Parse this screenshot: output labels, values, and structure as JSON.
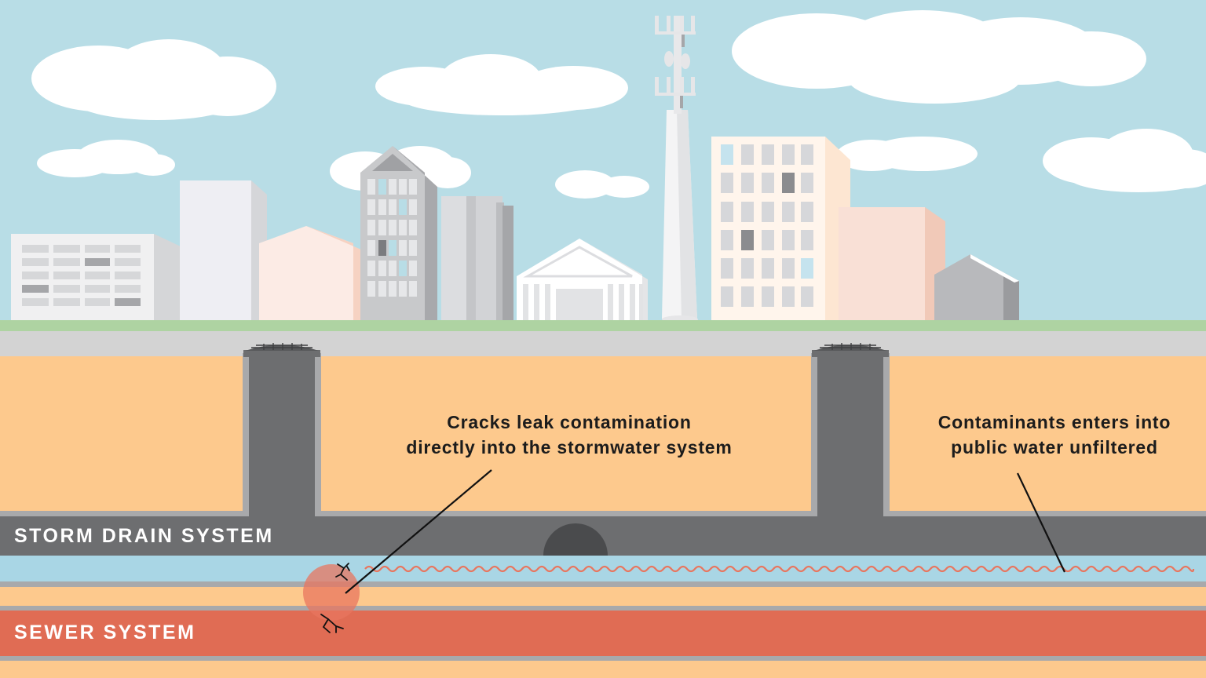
{
  "labels": {
    "storm_drain": "STORM DRAIN SYSTEM",
    "sewer": "SEWER SYSTEM"
  },
  "annotations": {
    "cracks": {
      "line1": "Cracks leak contamination",
      "line2": "directly into the stormwater system"
    },
    "contaminants": {
      "line1": "Contaminants enters into",
      "line2": "public water unfiltered"
    }
  },
  "colors": {
    "sky": "#b8dde6",
    "grass": "#aed3a2",
    "road": "#d3d3d3",
    "soil": "#fdc98d",
    "storm_pipe": "#6d6e70",
    "water": "#a9d6e5",
    "sewer": "#e06c54",
    "contamination_line": "#e8765f"
  }
}
